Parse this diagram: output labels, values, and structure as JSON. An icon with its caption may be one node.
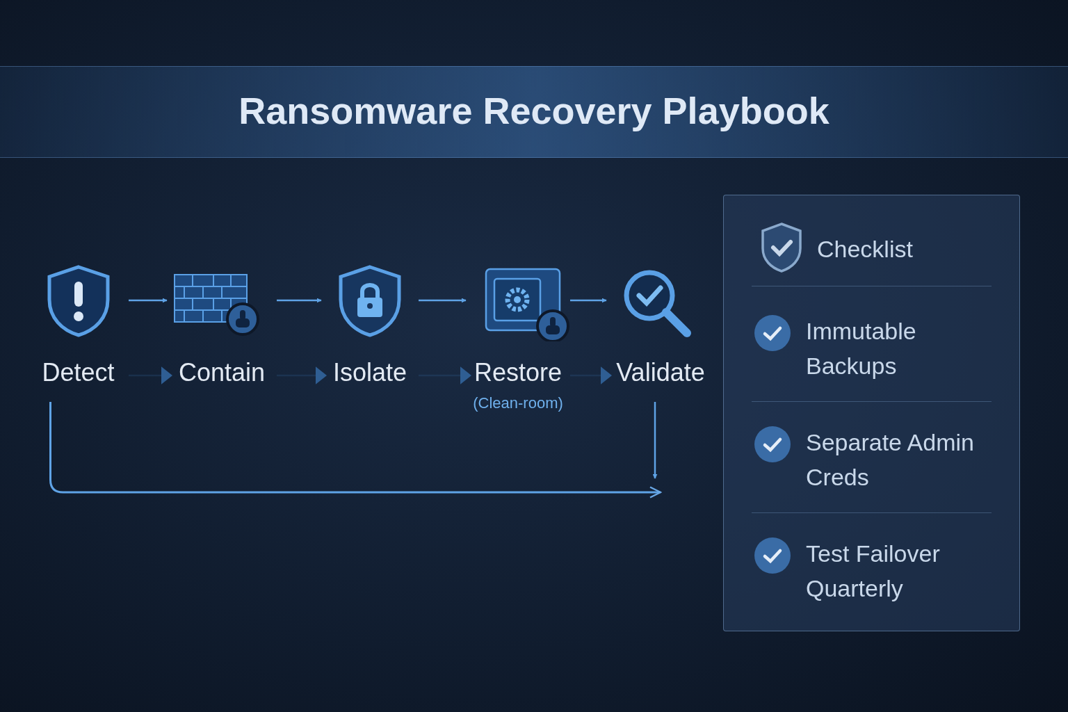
{
  "diagram": {
    "title": "Ransomware Recovery Playbook",
    "nodes": [
      {
        "text": [
          "Detect"
        ]
      },
      {
        "text": [
          "Contain"
        ]
      },
      {
        "text": [
          "Isolate"
        ]
      },
      {
        "text": [
          "Restore"
        ],
        "beside": [
          "(Clean-room)"
        ]
      },
      {
        "text": [
          "Validate"
        ]
      },
      {
        "text": [
          "Checklist"
        ]
      },
      {
        "text": [
          "Immutable Backups"
        ],
        "in": 5
      },
      {
        "text": [
          "Separate Admin Creds"
        ],
        "in": 5
      },
      {
        "text": [
          "Test Failover Quarterly"
        ],
        "in": 5
      }
    ],
    "edges": [
      {
        "from": 0,
        "to": 1,
        "arrow": "to"
      },
      {
        "from": 1,
        "to": 2,
        "arrow": "to"
      },
      {
        "from": 2,
        "to": 3,
        "arrow": "to"
      },
      {
        "from": 3,
        "to": 4,
        "arrow": "to"
      },
      {
        "from": 0,
        "to": 1,
        "arrow": "to"
      },
      {
        "from": 1,
        "to": 2,
        "arrow": "to"
      },
      {
        "from": 2,
        "to": 3,
        "arrow": "to"
      },
      {
        "from": 3,
        "to": 4,
        "arrow": "to"
      },
      {
        "from": 0,
        "to": null,
        "arrow": "to"
      },
      {
        "from": 4,
        "to": null,
        "arrow": "to"
      }
    ]
  }
}
